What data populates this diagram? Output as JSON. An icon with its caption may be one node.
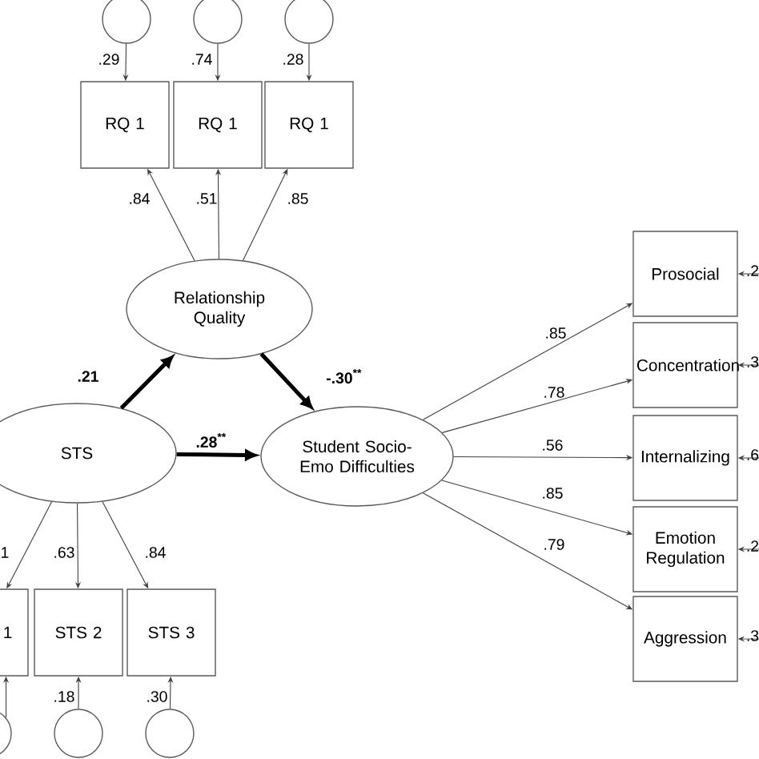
{
  "diagram": {
    "nodes": [
      {
        "text": [],
        "shape": "circle"
      },
      {
        "text": [],
        "shape": "circle"
      },
      {
        "text": [],
        "shape": "circle"
      },
      {
        "text": [
          "RQ 1"
        ]
      },
      {
        "text": [
          "RQ 1"
        ]
      },
      {
        "text": [
          "RQ 1"
        ]
      },
      {
        "text": [
          "Relationship Quality"
        ]
      },
      {
        "text": [
          "STS"
        ]
      },
      {
        "text": [
          "Student Socio-Emo Difficulties"
        ]
      },
      {
        "text": [
          "1"
        ]
      },
      {
        "text": [
          "STS 2"
        ]
      },
      {
        "text": [
          "STS 3"
        ]
      },
      {
        "text": [],
        "shape": "circle"
      },
      {
        "text": [],
        "shape": "circle"
      },
      {
        "text": [],
        "shape": "circle"
      },
      {
        "text": [
          "Prosocial"
        ]
      },
      {
        "text": [
          "Concentration"
        ]
      },
      {
        "text": [
          "Internalizing"
        ]
      },
      {
        "text": [
          "Emotion Regulation"
        ]
      },
      {
        "text": [
          "Aggression"
        ]
      }
    ],
    "edges": [
      {
        "from": 0,
        "to": 3,
        "arrow": "to",
        "label": ".29"
      },
      {
        "from": 1,
        "to": 4,
        "arrow": "to",
        "label": ".74"
      },
      {
        "from": 2,
        "to": 5,
        "arrow": "to",
        "label": ".28"
      },
      {
        "from": 6,
        "to": 3,
        "arrow": "to",
        "label": ".84"
      },
      {
        "from": 6,
        "to": 4,
        "arrow": "to",
        "label": ".51"
      },
      {
        "from": 6,
        "to": 5,
        "arrow": "to",
        "label": ".85"
      },
      {
        "from": 7,
        "to": 6,
        "arrow": "to",
        "label": ".21",
        "style": "thick"
      },
      {
        "from": 6,
        "to": 8,
        "arrow": "to",
        "label": "-.30$^{**}$",
        "style": "thick"
      },
      {
        "from": 7,
        "to": 8,
        "arrow": "to",
        "label": ".28$^{**}$",
        "style": "thick"
      },
      {
        "from": 7,
        "to": 9,
        "arrow": "to",
        "label": "1"
      },
      {
        "from": 7,
        "to": 10,
        "arrow": "to",
        "label": ".63"
      },
      {
        "from": 7,
        "to": 11,
        "arrow": "to",
        "label": ".84"
      },
      {
        "from": 12,
        "to": 9,
        "arrow": "to"
      },
      {
        "from": 13,
        "to": 10,
        "arrow": "to",
        "label": ".18"
      },
      {
        "from": 14,
        "to": 11,
        "arrow": "to",
        "label": ".30"
      },
      {
        "from": 8,
        "to": 15,
        "arrow": "to",
        "label": ".85"
      },
      {
        "from": 8,
        "to": 16,
        "arrow": "to",
        "label": ".78"
      },
      {
        "from": 8,
        "to": 17,
        "arrow": "to",
        "label": ".56"
      },
      {
        "from": 8,
        "to": 18,
        "arrow": "to",
        "label": ".85"
      },
      {
        "from": 8,
        "to": 19,
        "arrow": "to",
        "label": ".79"
      },
      {
        "from": null,
        "to": 15,
        "arrow": "to",
        "label": ".2"
      },
      {
        "from": null,
        "to": 16,
        "arrow": "to",
        "label": ".3"
      },
      {
        "from": null,
        "to": 17,
        "arrow": "to",
        "label": ".6"
      },
      {
        "from": null,
        "to": 18,
        "arrow": "to",
        "label": ".2"
      },
      {
        "from": null,
        "to": 19,
        "arrow": "to",
        "label": ".3"
      }
    ]
  }
}
